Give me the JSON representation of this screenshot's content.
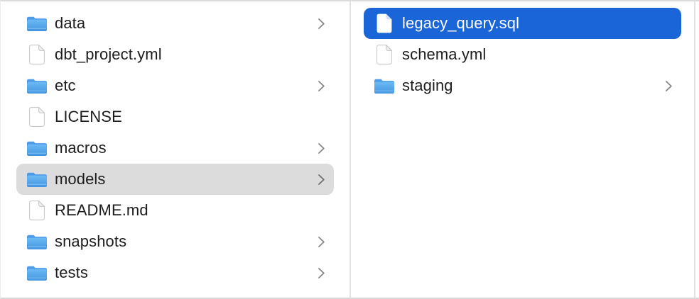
{
  "app": "finder-column-view",
  "colors": {
    "selection_active_blue": "#1a66d9",
    "selection_inactive_gray": "#dcdcdc",
    "text": "#1d1d1f",
    "text_selected": "#ffffff",
    "divider": "#e4e4e4",
    "chevron": "#878787",
    "folder_blue_top": "#4e9ce9",
    "folder_blue_light": "#6cbaf3",
    "folder_blue_dark": "#4394e2"
  },
  "columns": [
    {
      "name": "left-column",
      "items": [
        {
          "label": "data",
          "type": "folder",
          "icon": "folder-icon",
          "chevron": true,
          "selected": false
        },
        {
          "label": "dbt_project.yml",
          "type": "file",
          "icon": "file-icon",
          "chevron": false,
          "selected": false
        },
        {
          "label": "etc",
          "type": "folder",
          "icon": "folder-icon",
          "chevron": true,
          "selected": false
        },
        {
          "label": "LICENSE",
          "type": "file",
          "icon": "file-icon",
          "chevron": false,
          "selected": false
        },
        {
          "label": "macros",
          "type": "folder",
          "icon": "folder-icon",
          "chevron": true,
          "selected": false
        },
        {
          "label": "models",
          "type": "folder",
          "icon": "folder-icon",
          "chevron": true,
          "selected": true,
          "selection_style": "inactive-gray"
        },
        {
          "label": "README.md",
          "type": "file",
          "icon": "file-icon",
          "chevron": false,
          "selected": false
        },
        {
          "label": "snapshots",
          "type": "folder",
          "icon": "folder-icon",
          "chevron": true,
          "selected": false
        },
        {
          "label": "tests",
          "type": "folder",
          "icon": "folder-icon",
          "chevron": true,
          "selected": false
        }
      ]
    },
    {
      "name": "right-column",
      "items": [
        {
          "label": "legacy_query.sql",
          "type": "file",
          "icon": "file-icon",
          "chevron": false,
          "selected": true,
          "selection_style": "active-blue"
        },
        {
          "label": "schema.yml",
          "type": "file",
          "icon": "file-icon",
          "chevron": false,
          "selected": false
        },
        {
          "label": "staging",
          "type": "folder",
          "icon": "folder-icon",
          "chevron": true,
          "selected": false
        }
      ]
    }
  ]
}
